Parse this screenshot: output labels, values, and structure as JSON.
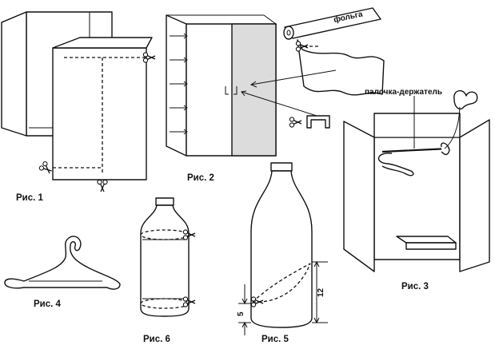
{
  "figures": {
    "fig1": "Рис. 1",
    "fig2": "Рис. 2",
    "fig3": "Рис. 3",
    "fig4": "Рис. 4",
    "fig5": "Рис. 5",
    "fig6": "Рис. 6"
  },
  "labels": {
    "foil": "фольга",
    "holder_stick": "палочка-держатель"
  },
  "dimensions": {
    "height_12": "12",
    "height_5": "5"
  },
  "icons": [
    "scissors-icon",
    "bracket-icon"
  ]
}
